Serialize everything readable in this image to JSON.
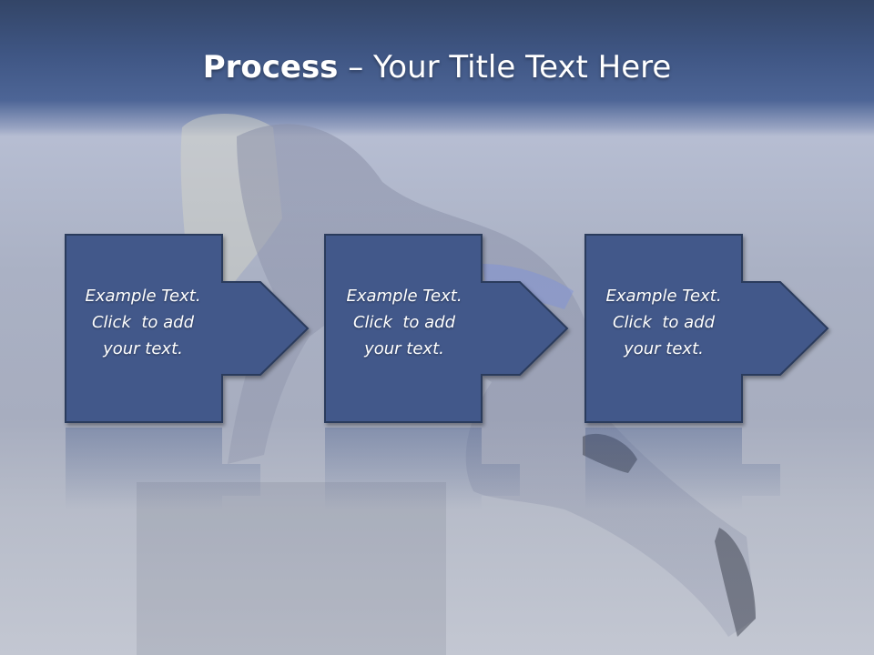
{
  "slide": {
    "title_bold": "Process",
    "title_rest": " – Your Title Text Here"
  },
  "steps": [
    {
      "line1": "Example Text.",
      "line2": "Click  to add",
      "line3": "your text."
    },
    {
      "line1": "Example Text.",
      "line2": "Click  to add",
      "line3": "your text."
    },
    {
      "line1": "Example Text.",
      "line2": "Click  to add",
      "line3": "your text."
    }
  ],
  "colors": {
    "box_fill": "#42598a",
    "box_border": "#2b3a5c",
    "header": "#3f5684"
  }
}
